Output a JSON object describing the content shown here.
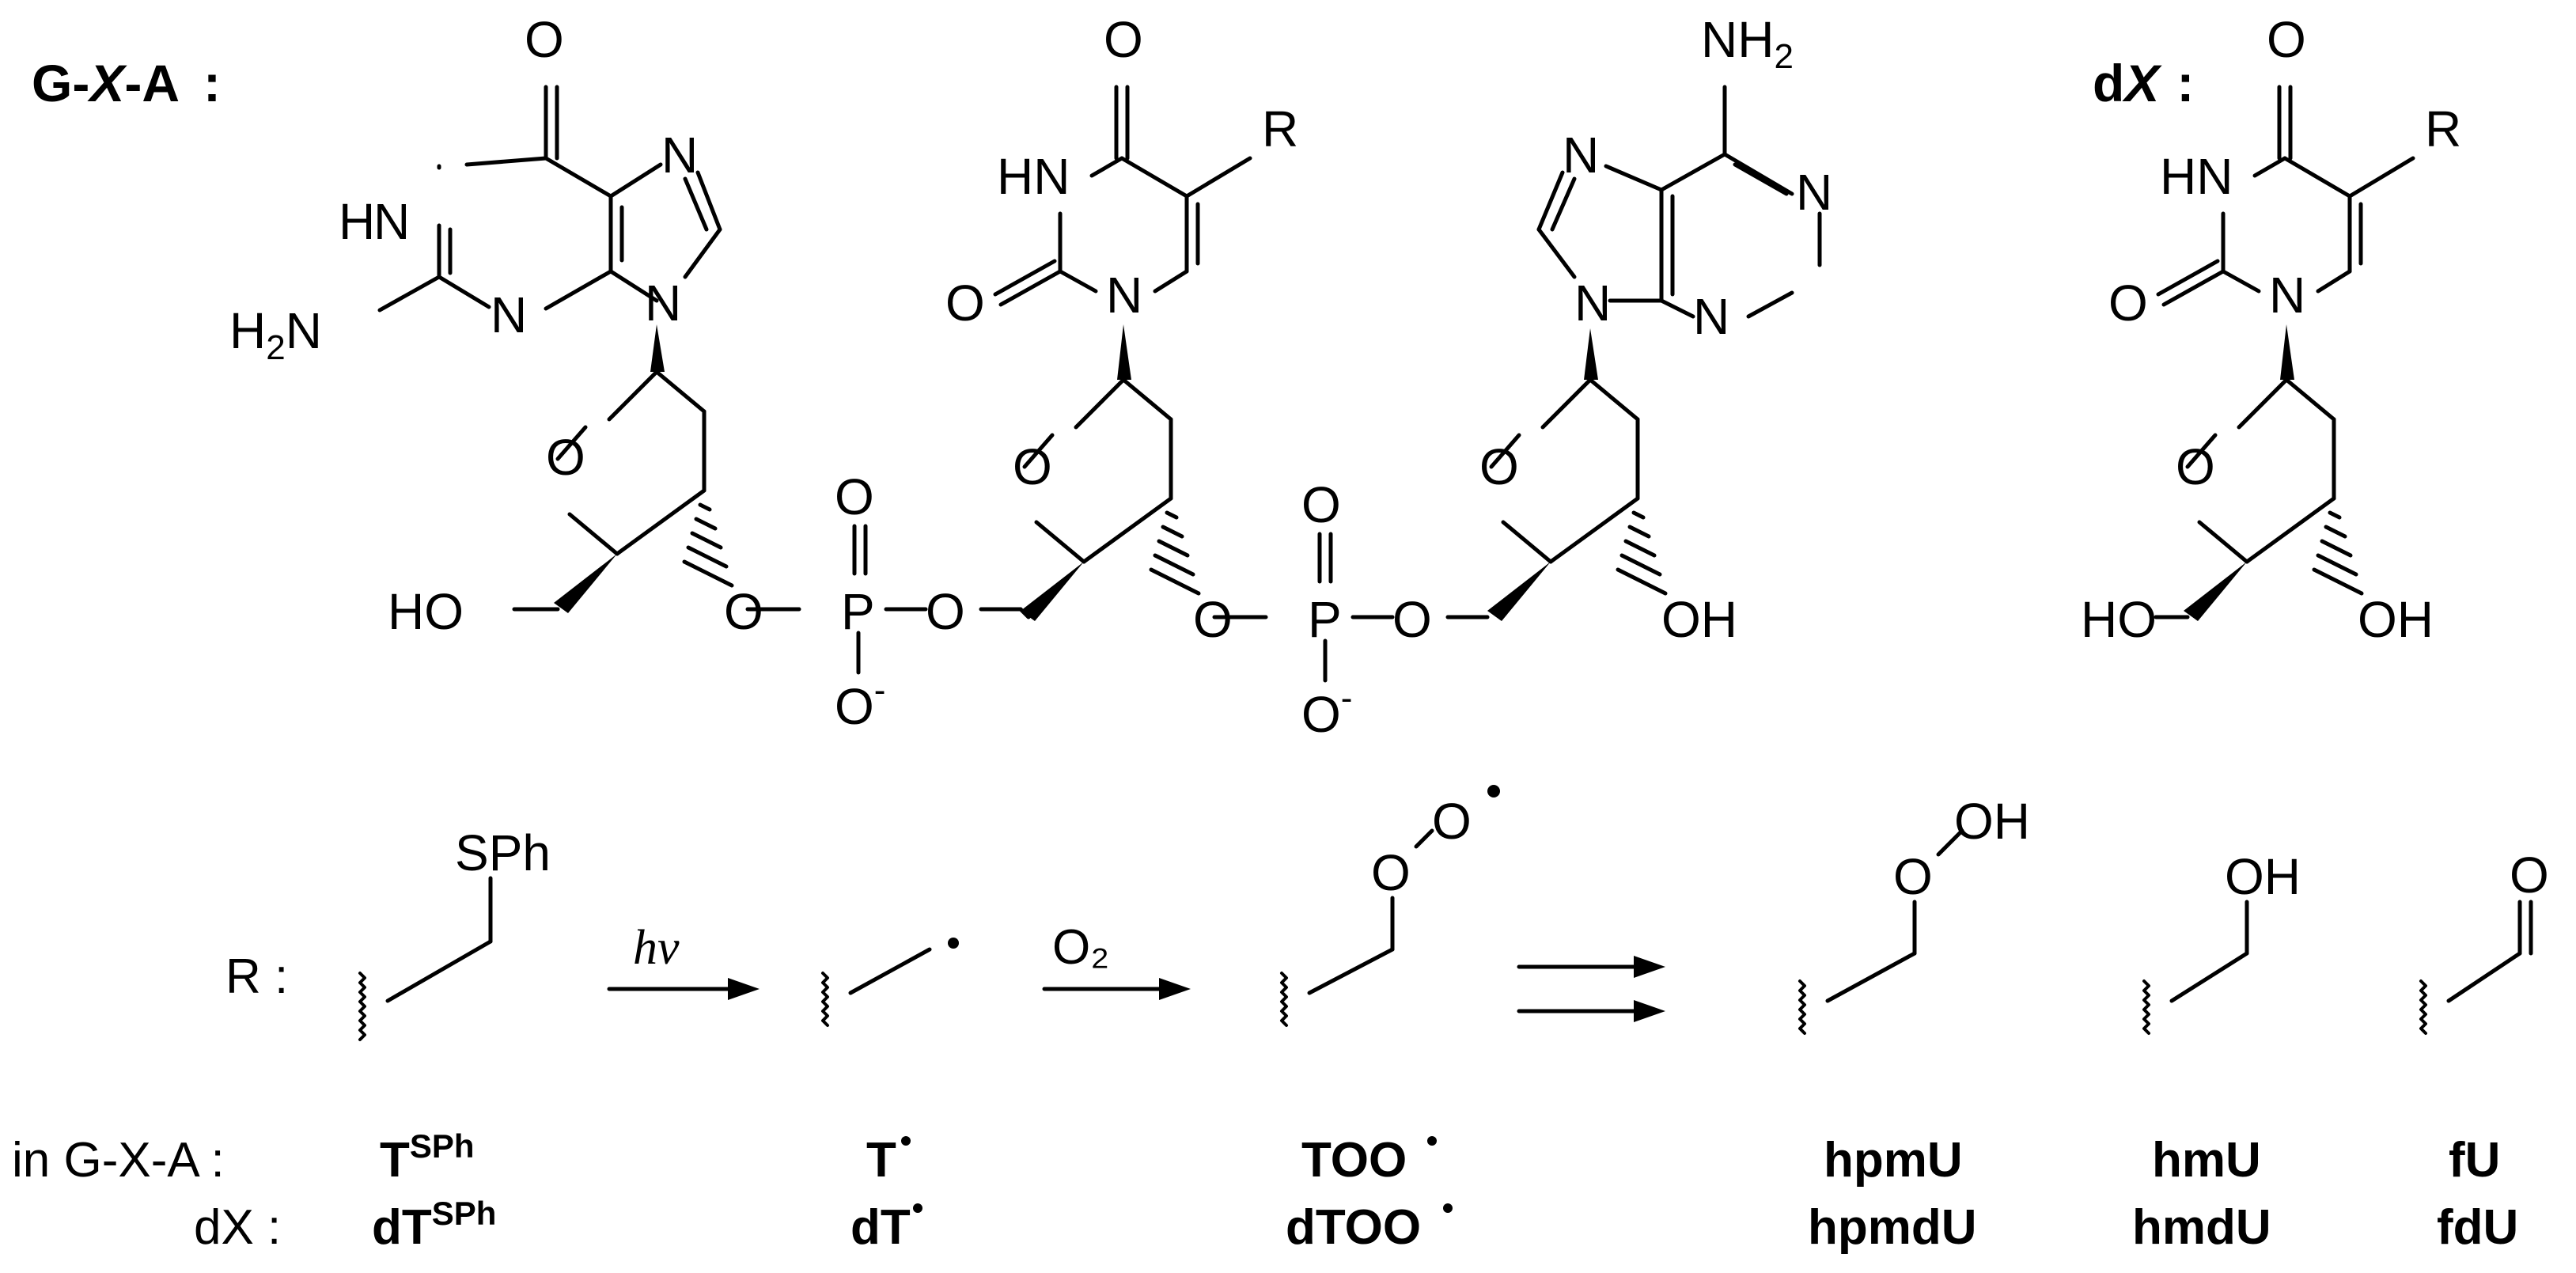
{
  "heading_gxa": {
    "g": "G-",
    "x": "X",
    "a": "-A",
    "colon": ":"
  },
  "heading_dx": {
    "d": "d",
    "x": "X",
    "colon": ":"
  },
  "atoms": {
    "O": "O",
    "N": "N",
    "NH": "HN",
    "H": "H",
    "H2N": "H2N",
    "NH2": "NH2",
    "R": "R",
    "P": "P",
    "HO": "HO",
    "OH": "OH",
    "Ominus": "O",
    "minus": "-",
    "SPh": "SPh",
    "radical": "•"
  },
  "r_label": "R :",
  "reagents": {
    "hv": "hν",
    "o2": "O₂"
  },
  "row_labels": {
    "gxa": "in G-X-A :",
    "dx": "dX :"
  },
  "compounds_gxa": {
    "tsph_base": "T",
    "tsph_sup": "SPh",
    "t": "T",
    "too": "TOO",
    "hpmu": "hpmU",
    "hmu": "hmU",
    "fu": "fU"
  },
  "compounds_dx": {
    "dtsph_base": "dT",
    "dtsph_sup": "SPh",
    "dt": "dT",
    "dtoo": "dTOO",
    "hpmdu": "hpmdU",
    "hmdu": "hmdU",
    "fdu": "fdU"
  }
}
